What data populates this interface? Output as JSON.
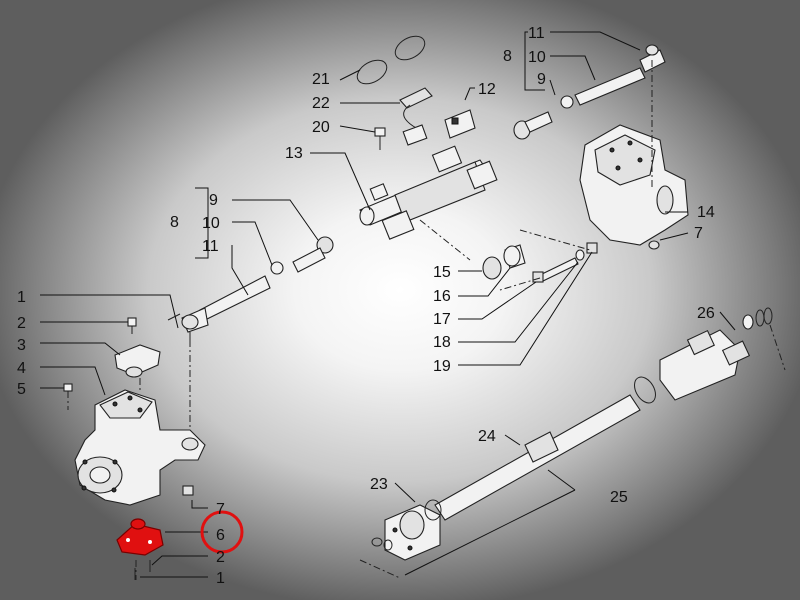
{
  "callouts": {
    "c1": "1",
    "c2": "2",
    "c3": "3",
    "c4": "4",
    "c5": "5",
    "c6": "6",
    "c7": "7",
    "c8": "8",
    "c9": "9",
    "c10": "10",
    "c11": "11",
    "c12": "12",
    "c13": "13",
    "c14": "14",
    "c15": "15",
    "c16": "16",
    "c17": "17",
    "c18": "18",
    "c19": "19",
    "c20": "20",
    "c21": "21",
    "c22": "22",
    "c23": "23",
    "c24": "24",
    "c25": "25",
    "c26": "26",
    "c8b": "8",
    "c9b": "9",
    "c10b": "10",
    "c11b": "11",
    "c7b": "7",
    "c2b": "2",
    "c1b": "1"
  },
  "highlight": {
    "part_color": "#e01010",
    "circle_color": "#e01010",
    "selected_callout": "6"
  }
}
